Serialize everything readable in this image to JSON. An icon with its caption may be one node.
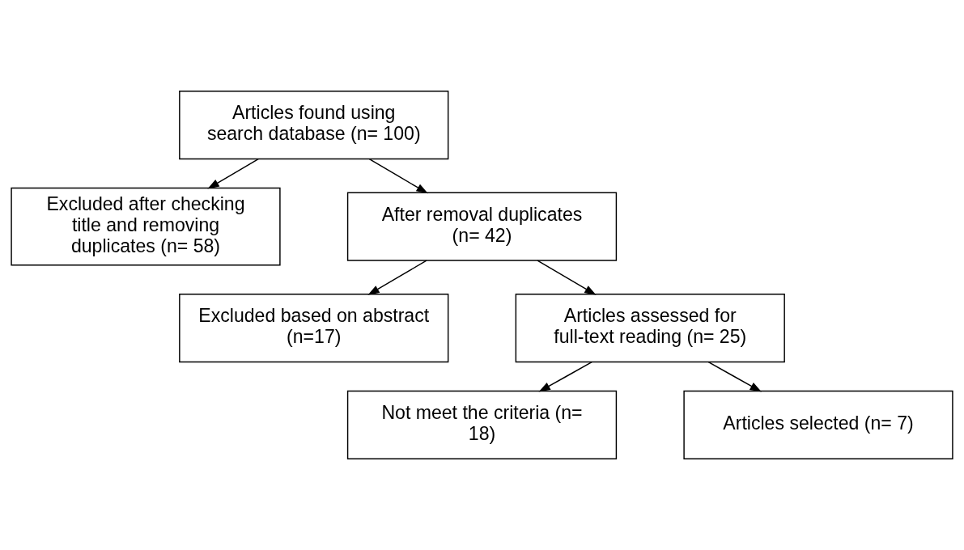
{
  "diagram": {
    "nodes": [
      {
        "text": [
          "Articles found using search database (n= 100)"
        ]
      },
      {
        "text": [
          "Excluded after checking title and removing duplicates (n= 58)"
        ]
      },
      {
        "text": [
          "After removal duplicates (n= 42)"
        ]
      },
      {
        "text": [
          "Excluded based on abstract (n=17)"
        ]
      },
      {
        "text": [
          "Articles assessed for full-text reading (n= 25)"
        ]
      },
      {
        "text": [
          "Not meet the criteria (n= 18)"
        ]
      },
      {
        "text": [
          "Articles selected (n= 7)"
        ]
      }
    ],
    "edges": [
      {
        "from": 0,
        "to": 2,
        "arrow": "to"
      },
      {
        "from": 0,
        "to": 1,
        "arrow": "to"
      },
      {
        "from": 2,
        "to": 4,
        "arrow": "to"
      },
      {
        "from": 2,
        "to": 3,
        "arrow": "to"
      },
      {
        "from": 4,
        "to": 6,
        "arrow": "to"
      },
      {
        "from": 4,
        "to": 5,
        "arrow": "to"
      }
    ]
  }
}
